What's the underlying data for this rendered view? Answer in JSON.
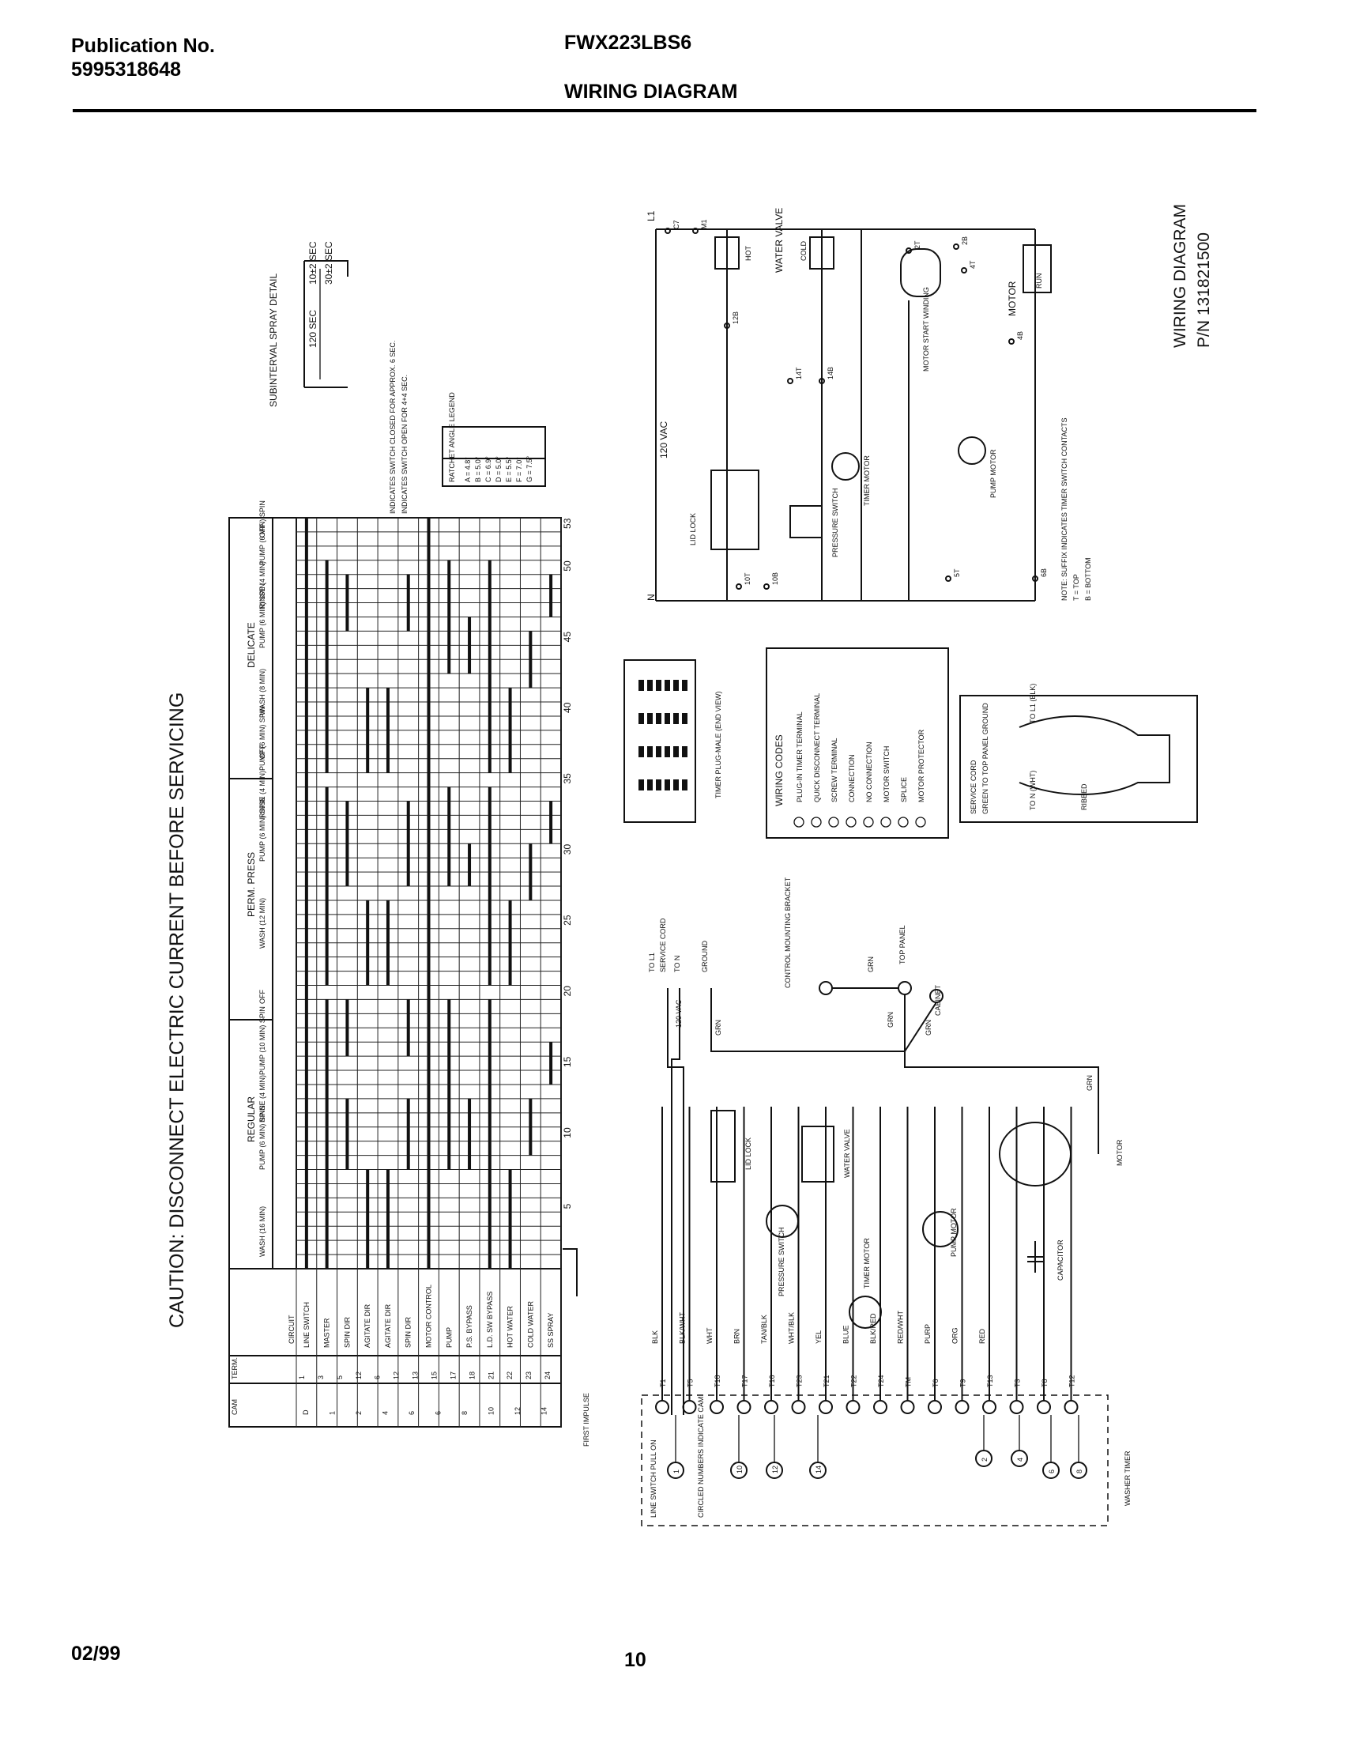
{
  "header": {
    "pub_label": "Publication No.",
    "pub_number": "5995318648",
    "model": "FWX223LBS6",
    "title": "WIRING DIAGRAM"
  },
  "footer": {
    "date": "02/99",
    "page": "10"
  },
  "caution": "CAUTION: DISCONNECT ELECTRIC CURRENT BEFORE SERVICING",
  "diagram_title": {
    "line1": "WIRING DIAGRAM",
    "line2": "P/N 131821500"
  },
  "timer_chart": {
    "subinterval_title": "SUBINTERVAL SPRAY DETAIL",
    "times": [
      "10±2 SEC",
      "30±2 SEC",
      "120 SEC"
    ],
    "notes": [
      "INDICATES SWITCH CLOSED FOR APPROX. 6 SEC.",
      "INDICATES SWITCH OPEN FOR 4+4 SEC."
    ],
    "ratchet": {
      "title": "RATCHET ANGLE LEGEND",
      "entries": [
        "A = 4.8°",
        "B = 5.0°",
        "C = 6.9°",
        "D = 5.0°",
        "E = 5.5°",
        "F = 7.0°",
        "G = 7.5°"
      ]
    },
    "cycles": [
      "REGULAR",
      "PERM. PRESS",
      "DELICATE"
    ],
    "intervals": [
      "WASH (16 MIN)",
      "PUMP (6 MIN) SPIN",
      "RINSE (4 MIN)",
      "PUMP (10 MIN) SPIN",
      "OFF",
      "WASH (12 MIN)",
      "PUMP (6 MIN) SPIN",
      "RINSE (4 MIN)",
      "PUMP (6 MIN) SPIN",
      "OFF",
      "WASH (8 MIN)",
      "PUMP (6 MIN) SPIN",
      "RINSE (4 MIN)",
      "PUMP (6 MIN) SPIN",
      "OFF"
    ],
    "increment_numbers": [
      "5",
      "10",
      "15",
      "20",
      "25",
      "30",
      "35",
      "40",
      "45",
      "50",
      "53"
    ],
    "first_impulse": "FIRST IMPULSE",
    "circuit_header": "CIRCUIT",
    "term_header": "TERM.",
    "cam_header": "CAM",
    "circuits": [
      "LINE SWITCH",
      "MASTER",
      "SPIN DIR",
      "AGITATE DIR",
      "AGITATE DIR",
      "SPIN DIR",
      "MOTOR CONTROL",
      "PUMP",
      "P.S. BYPASS",
      "L.D. SW BYPASS",
      "HOT WATER",
      "COLD WATER",
      "SS SPRAY"
    ],
    "cams": [
      "D",
      "1",
      "2",
      "4",
      "6",
      "6",
      "8",
      "10",
      "12",
      "14"
    ],
    "terms": [
      "1",
      "3",
      "5",
      "12",
      "6",
      "12",
      "13",
      "15",
      "17",
      "18",
      "21",
      "22",
      "23",
      "24"
    ]
  },
  "schematic": {
    "l1": "L1",
    "n": "N",
    "supply": "120 VAC",
    "water_valve": "WATER VALVE",
    "hot": "HOT",
    "cold": "COLD",
    "lid_lock": "LID LOCK",
    "pressure_switch": "PRESSURE SWITCH",
    "timer_motor": "TIMER MOTOR",
    "pump_motor": "PUMP MOTOR",
    "motor": "MOTOR",
    "motor_start": "MOTOR START WINDING",
    "run": "RUN",
    "note": "NOTE: SUFFIX INDICATES TIMER SWITCH CONTACTS",
    "note_t": "T = TOP",
    "note_b": "B = BOTTOM",
    "contacts": [
      "C7",
      "M1",
      "12B",
      "14T",
      "14B",
      "10T",
      "10B",
      "5T",
      "6B",
      "2T",
      "2B",
      "4T",
      "4B"
    ]
  },
  "wiring_codes": {
    "title": "WIRING CODES",
    "items": [
      "PLUG-IN TIMER TERMINAL",
      "QUICK DISCONNECT TERMINAL",
      "SCREW TERMINAL",
      "CONNECTION",
      "NO CONNECTION",
      "MOTOR SWITCH",
      "SPLICE",
      "MOTOR PROTECTOR"
    ]
  },
  "plug": {
    "label": "TIMER PLUG-MALE (END VIEW)"
  },
  "service_cord": {
    "title": "SERVICE CORD",
    "green": "GREEN TO TOP PANEL GROUND",
    "to_l1": "TO L1 (BLK)",
    "to_n": "TO N (WHT)",
    "ribbed": "RIBBED"
  },
  "pictorial": {
    "to_l1": "TO L1",
    "service_cord": "SERVICE CORD",
    "to_n": "TO N",
    "ground": "GROUND",
    "supply": "120 VAC",
    "control_bracket": "CONTROL MOUNTING BRACKET",
    "top_panel": "TOP PANEL",
    "cabinet": "CABINET",
    "grn": "GRN",
    "washer_timer": "WASHER TIMER",
    "line_switch": "LINE SWITCH PULL ON",
    "circled": "CIRCLED NUMBERS INDICATE CAM",
    "lid_lock": "LID LOCK",
    "pressure_switch": "PRESSURE SWITCH",
    "water_valve": "WATER VALVE",
    "timer_motor": "TIMER MOTOR",
    "pump_motor": "PUMP MOTOR",
    "capacitor": "CAPACITOR",
    "motor": "MOTOR",
    "terminals": [
      "T1",
      "T5",
      "T18",
      "T17",
      "T16",
      "T23",
      "T21",
      "T22",
      "T24",
      "TM",
      "T6",
      "T9",
      "T13",
      "T3",
      "T8",
      "T12"
    ],
    "wires": [
      "BLK",
      "BLK/WHT",
      "WHT",
      "BRN",
      "TAN/BLK",
      "WHT/BLK",
      "YEL",
      "BLUE",
      "BLK/RED",
      "RED/WHT",
      "PURP",
      "ORG",
      "RED"
    ],
    "cams": [
      "1",
      "10",
      "12",
      "14",
      "2",
      "4",
      "6",
      "8"
    ]
  }
}
